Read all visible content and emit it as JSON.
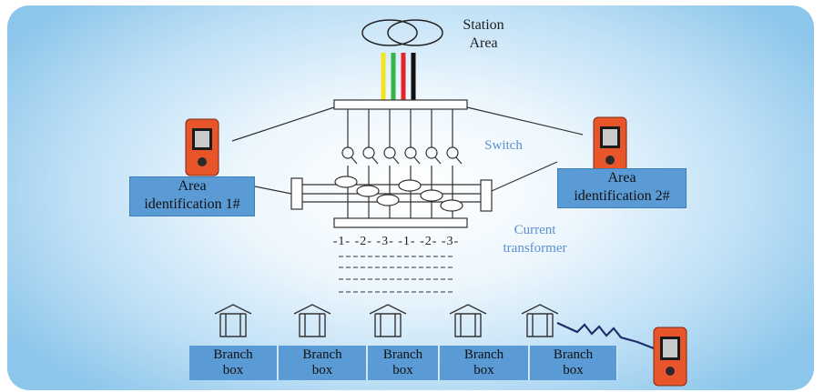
{
  "station": {
    "line1": "Station",
    "line2": "Area"
  },
  "labels": {
    "switch": "Switch",
    "current_transformer_line1": "Current",
    "current_transformer_line2": "transformer"
  },
  "area_boxes": [
    {
      "line1": "Area",
      "line2": "identification 1#"
    },
    {
      "line1": "Area",
      "line2": "identification 2#"
    }
  ],
  "phase_row": "-1- -2- -3- -1- -2- -3-",
  "branch_boxes": [
    {
      "line1": "Branch",
      "line2": "box"
    },
    {
      "line1": "Branch",
      "line2": "box"
    },
    {
      "line1": "Branch",
      "line2": "box"
    },
    {
      "line1": "Branch",
      "line2": "box"
    },
    {
      "line1": "Branch",
      "line2": "box"
    }
  ],
  "colors": {
    "wire_yellow": "#f2e423",
    "wire_green": "#36b34a",
    "wire_red": "#e2232a",
    "wire_black": "#111111",
    "box_blue": "#5b9bd5",
    "device_orange": "#e8552a"
  },
  "icons": [
    "transformer-icon",
    "handheld-device-icon",
    "house-icon",
    "zigzag-link-icon"
  ]
}
